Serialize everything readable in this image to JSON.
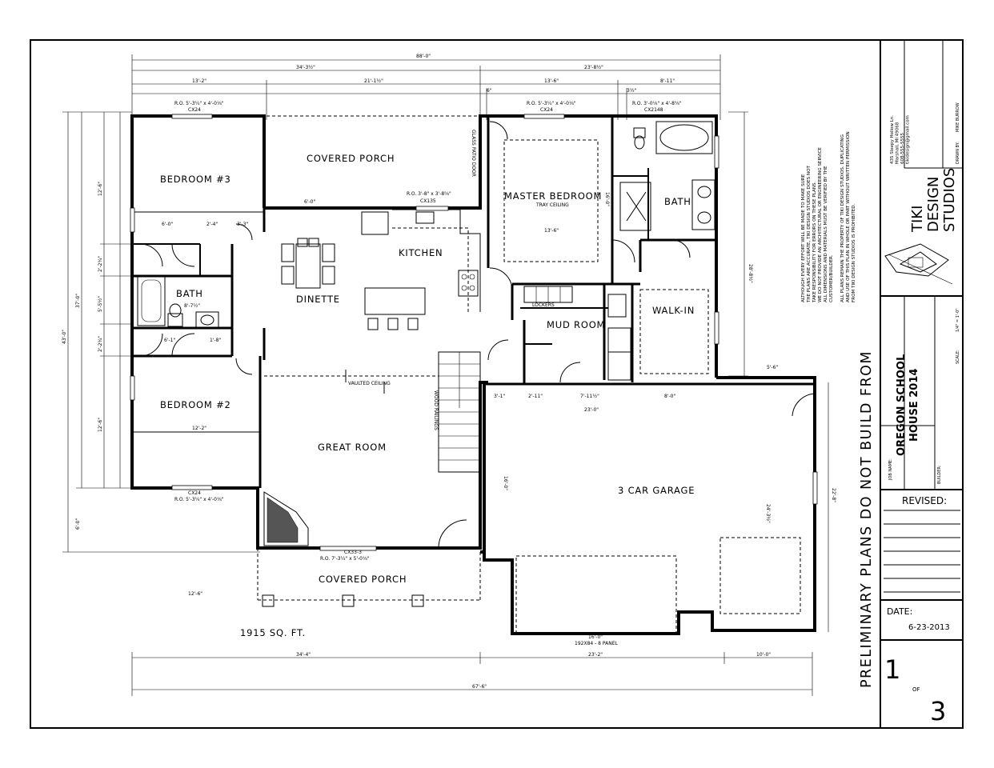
{
  "rooms": {
    "covered_porch_top": "COVERED PORCH",
    "bedroom3": "BEDROOM #3",
    "master_bedroom": "MASTER BEDROOM",
    "tray_ceiling": "TRAY CEILING",
    "bath_master": "BATH",
    "kitchen": "KITCHEN",
    "dinette": "DINETTE",
    "bath_hall": "BATH",
    "walk_in": "WALK-IN",
    "mud_room": "MUD ROOM",
    "lockers": "LOCKERS",
    "bedroom2": "BEDROOM #2",
    "great_room": "GREAT ROOM",
    "vaulted_ceiling": "VAULTED CEILING",
    "wood_railings": "WOOD RAILINGS",
    "garage": "3 CAR GARAGE",
    "covered_porch_bottom": "COVERED PORCH",
    "sq_ft": "1915 SQ. FT."
  },
  "dimensions": {
    "overall_top": "88'-0\"",
    "top_left": "34'-3½\"",
    "top_right": "23'-8½\"",
    "seg_13_2": "13'-2\"",
    "seg_21": "21'-1½\"",
    "seg_13_6": "13'-6\"",
    "seg_8_11": "8'-11\"",
    "seg_6": "6\"",
    "seg_3_5": "3½\"",
    "bottom_34_4": "34'-4\"",
    "bottom_23_2": "23'-2\"",
    "bottom_10": "10'-0\"",
    "overall_bottom": "67'-6\"",
    "left_43": "43'-0\"",
    "left_37": "37'-0\"",
    "left_12_6_a": "12'-6\"",
    "left_12_6_b": "12'-6\"",
    "left_6": "6'-0\"",
    "left_2_2": "2'-2¾\"",
    "left_5_5": "5'-5½\"",
    "left_2_2b": "2'-2¾\"",
    "right_28": "28'-8½\"",
    "right_22_8": "22'-8\"",
    "right_24": "24'-3½\"",
    "garage_23": "23'-0\"",
    "garage_16": "16'-0\"",
    "garage_3_1": "3'-1\"",
    "garage_2_11": "2'-11\"",
    "garage_7_11": "7'-11½\"",
    "garage_8": "8'-0\"",
    "garage_5_6": "5'-6\"",
    "porch_12_6": "12'-6\"",
    "door_16": "16'-0\"",
    "door_note": "192X84 - 8 PANEL",
    "master_13_6": "13'-6\"",
    "master_16": "16'-0\"",
    "bed3_6": "6'-0\"",
    "bed3_2_4": "2'-4\"",
    "bed3_3_3": "3'-3\"",
    "bed2_12_2": "12'-2\"",
    "bath_8_7": "8'-7½\"",
    "bath_6_1": "6'-1\"",
    "bath_1_8": "1'-8\"",
    "kit_6": "6'-0\"",
    "ro_bed3": "R.O. 5'-3¼\" x 4'-0⅛\"",
    "ro_bed3_code": "CX24",
    "ro_bed2": "R.O. 5'-3¼\" x 4'-0⅛\"",
    "ro_bed2_code": "CX24",
    "ro_master": "R.O. 5'-3¼\" x 4'-0⅛\"",
    "ro_master_code": "CX24",
    "ro_bath": "R.O. 3'-0⅛\" x 4'-8⅝\"",
    "ro_bath_code": "CX2148",
    "ro_kitchen": "R.O. 3'-8\" x 3'-8⅝\"",
    "ro_kitchen_code": "CX135",
    "ro_great": "R.O. 7'-3¼\" x 5'-0⅛\"",
    "ro_great_code": "CX33-3",
    "glass_patio": "GLASS PATIO DOOR"
  },
  "notes": {
    "disclaimer": [
      "ALTHOUGH EVERY EFFORT WILL BE MADE TO MAKE SURE",
      "THE PLANS ARE ACCURATE, TIKI DESIGN STUDIOS DOES NOT",
      "TAKE RESPONSIBILITY FOR ERRORS ON THESE PLANS.",
      "WE DO NOT PROVIDE AN ARCHITECTURAL OR ENGINEERING SERVICE",
      "ALL DIMENSIONS AND MATERIALS MUST BE VERIFIED BY THE",
      "CUSTOMER/BUILDER.",
      "",
      "ALL PLANS REMAIN THE PROPERTY OF TIKI DESIGN STUDIOS. DUPLICATING",
      "AND USE OF THIS PLAN IN WHOLE OR PART WITHOUT WRITTEN PERMISSION",
      "FROM TIKI DESIGN STUDIOS IS PROHIBITED."
    ],
    "preliminary": "PRELIMINARY PLANS DO NOT BUILD FROM"
  },
  "title_block": {
    "address": [
      "435 Sleepy Hollow Ln.",
      "Marshall, MI 49068",
      "608-555-5555",
      "tikidesign@gmail.com"
    ],
    "drawn_by_label": "DRAWN BY:",
    "drawn_by": "MIKE BURROW",
    "studio": [
      "TIKI",
      "DESIGN",
      "STUDIOS"
    ],
    "job_name_label": "JOB NAME:",
    "job_name": [
      "OREGON SCHOOL",
      "HOUSE 2014"
    ],
    "builder_label": "BUILDER:",
    "scale_label": "SCALE:",
    "scale": "1/4\" = 1'-0\"",
    "revised": "REVISED:",
    "date_label": "DATE:",
    "date": "6-23-2013",
    "sheet": "1",
    "of": "OF",
    "total": "3"
  }
}
